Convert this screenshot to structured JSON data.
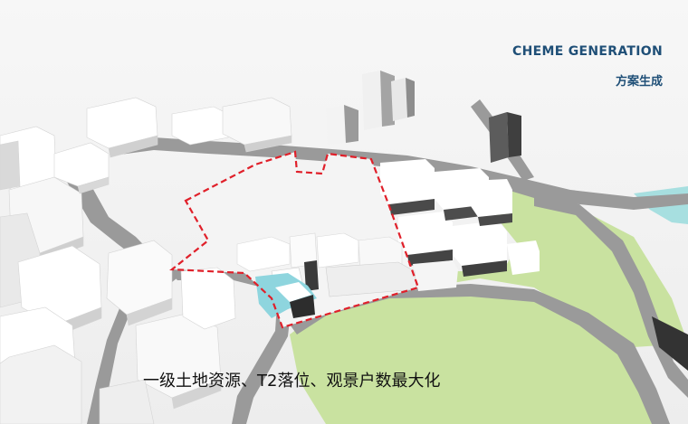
{
  "header": {
    "title_en": "CHEME GENERATION",
    "title_zh": "方案生成"
  },
  "caption": "一级土地资源、T2落位、观景户数最大化",
  "colors": {
    "title": "#1f4f77",
    "boundary": "#e0202a",
    "green": "#c9e3a1",
    "road": "#9b9b9b",
    "building": "#ffffff",
    "water": "#8fd6df"
  }
}
